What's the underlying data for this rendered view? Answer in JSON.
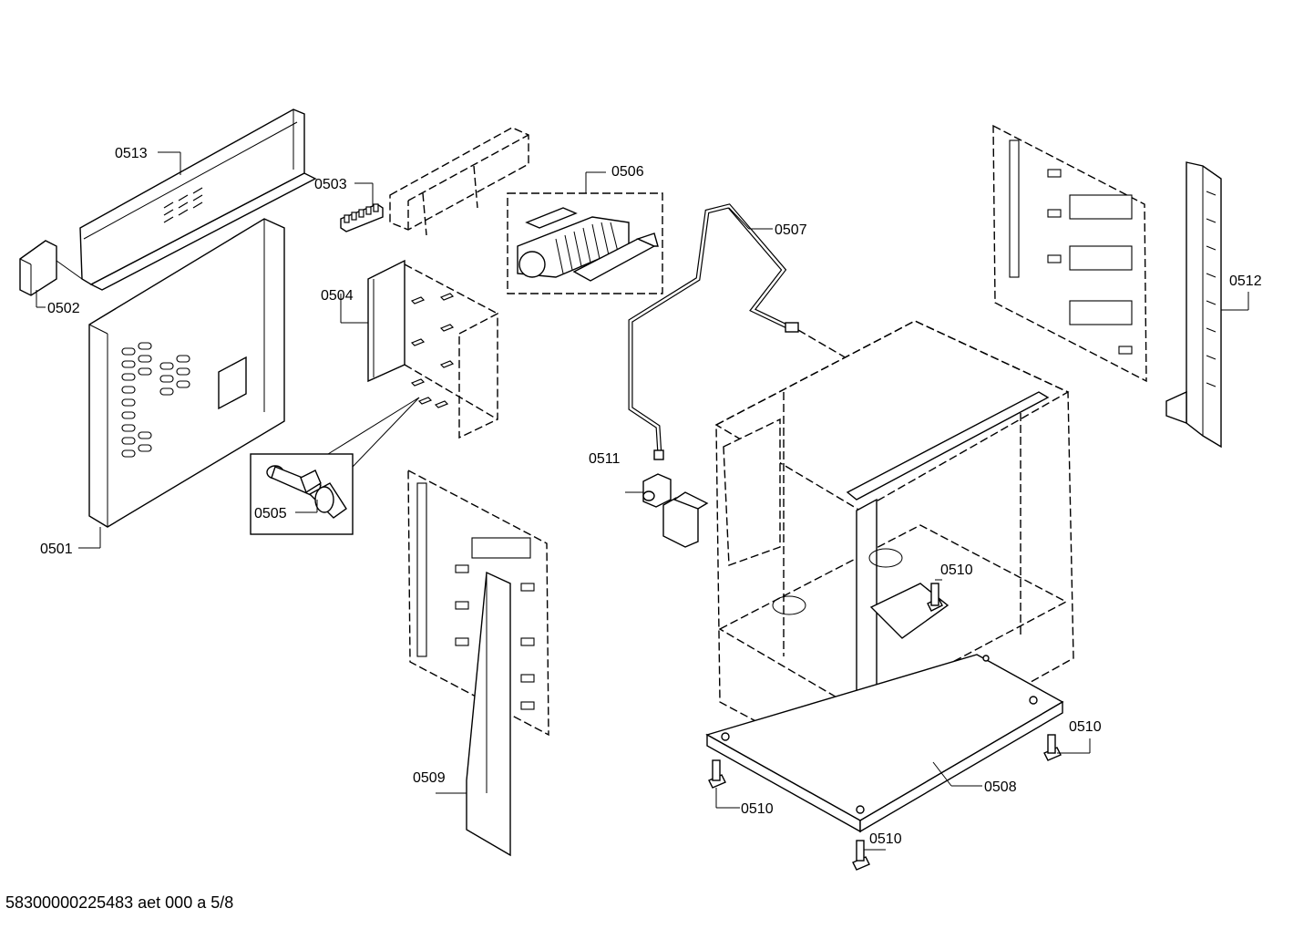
{
  "diagram": {
    "labels": {
      "p0501": "0501",
      "p0502": "0502",
      "p0503": "0503",
      "p0504": "0504",
      "p0505": "0505",
      "p0506": "0506",
      "p0507": "0507",
      "p0508": "0508",
      "p0509": "0509",
      "p0510a": "0510",
      "p0510b": "0510",
      "p0510c": "0510",
      "p0510d": "0510",
      "p0511": "0511",
      "p0512": "0512",
      "p0513": "0513"
    }
  },
  "footer": {
    "document_code": "58300000225483 aet 000 a 5/8"
  }
}
